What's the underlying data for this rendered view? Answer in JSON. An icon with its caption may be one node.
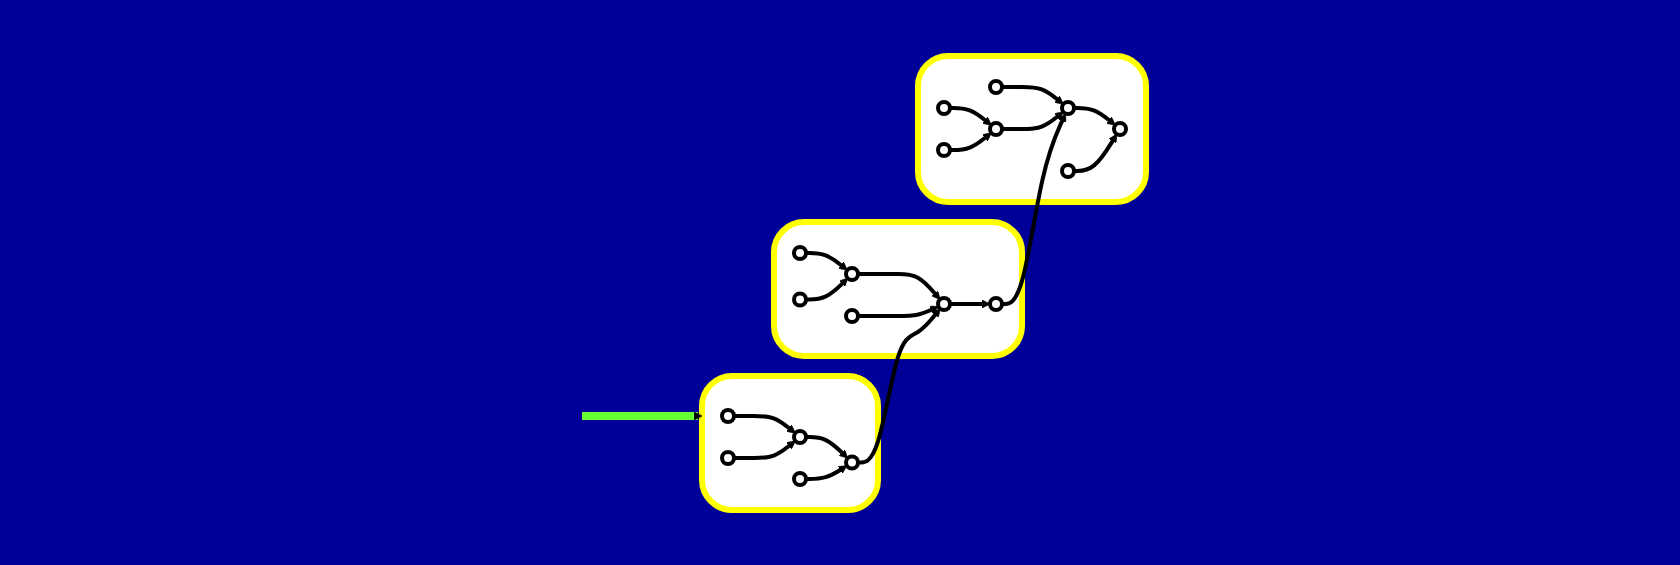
{
  "diagram": {
    "nodes": [
      {
        "text": [],
        "shape": "box"
      },
      {
        "text": [],
        "shape": "circle",
        "in": 0
      },
      {
        "text": [],
        "shape": "circle",
        "in": 0
      },
      {
        "text": [],
        "shape": "circle",
        "in": 0
      },
      {
        "text": [],
        "shape": "circle",
        "in": 0
      },
      {
        "text": [],
        "shape": "circle",
        "in": 0
      },
      {
        "text": [],
        "shape": "box"
      },
      {
        "text": [],
        "shape": "circle",
        "in": 6
      },
      {
        "text": [],
        "shape": "circle",
        "in": 6
      },
      {
        "text": [],
        "shape": "circle",
        "in": 6
      },
      {
        "text": [],
        "shape": "circle",
        "in": 6
      },
      {
        "text": [],
        "shape": "circle",
        "in": 6
      },
      {
        "text": [],
        "shape": "circle",
        "in": 6
      },
      {
        "text": [],
        "shape": "box"
      },
      {
        "text": [],
        "shape": "circle",
        "in": 13
      },
      {
        "text": [],
        "shape": "circle",
        "in": 13
      },
      {
        "text": [],
        "shape": "circle",
        "in": 13
      },
      {
        "text": [],
        "shape": "circle",
        "in": 13
      },
      {
        "text": [],
        "shape": "circle",
        "in": 13
      },
      {
        "text": [],
        "shape": "circle",
        "in": 13
      },
      {
        "text": [],
        "shape": "circle",
        "in": 13
      }
    ],
    "edges": [
      {
        "from": null,
        "to": 0,
        "arrow": "to",
        "style": "thick",
        "color": "#66ff33"
      },
      {
        "from": 1,
        "to": 3,
        "arrow": "to"
      },
      {
        "from": 2,
        "to": 3,
        "arrow": "to"
      },
      {
        "from": 3,
        "to": 5,
        "arrow": "to"
      },
      {
        "from": 4,
        "to": 5,
        "arrow": "to"
      },
      {
        "from": 7,
        "to": 9,
        "arrow": "to"
      },
      {
        "from": 8,
        "to": 9,
        "arrow": "to"
      },
      {
        "from": 9,
        "to": 11,
        "arrow": "to"
      },
      {
        "from": 10,
        "to": 11,
        "arrow": "to"
      },
      {
        "from": 5,
        "to": 11,
        "arrow": "to"
      },
      {
        "from": 11,
        "to": 12,
        "arrow": "to"
      },
      {
        "from": 14,
        "to": 17,
        "arrow": "to"
      },
      {
        "from": 15,
        "to": 17,
        "arrow": "to"
      },
      {
        "from": 16,
        "to": 19,
        "arrow": "to"
      },
      {
        "from": 17,
        "to": 19,
        "arrow": "to"
      },
      {
        "from": 12,
        "to": 19,
        "arrow": "to"
      },
      {
        "from": 19,
        "to": 20,
        "arrow": "to"
      },
      {
        "from": 18,
        "to": 20,
        "arrow": "to"
      }
    ]
  }
}
